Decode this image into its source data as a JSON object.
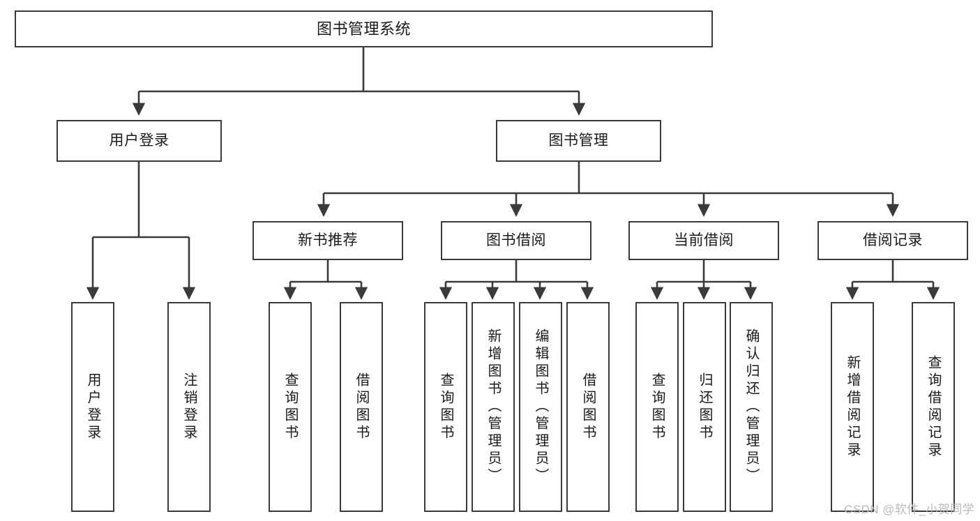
{
  "diagram": {
    "title": "图书管理系统",
    "type": "hierarchy-tree",
    "watermark": "CSDN @软件_小贺同学",
    "colors": {
      "stroke": "#3a3a3a",
      "fill": "#ffffff",
      "text": "#1a1a1a",
      "watermark": "#b9b9b9"
    },
    "nodes": {
      "root": {
        "label": "图书管理系统"
      },
      "level1": [
        {
          "label": "用户登录"
        },
        {
          "label": "图书管理"
        }
      ],
      "level2": [
        {
          "label": "新书推荐"
        },
        {
          "label": "图书借阅"
        },
        {
          "label": "当前借阅"
        },
        {
          "label": "借阅记录"
        }
      ],
      "leaves": {
        "user_login": [
          {
            "label": "用户登录"
          },
          {
            "label": "注销登录"
          }
        ],
        "new_book": [
          {
            "label": "查询图书"
          },
          {
            "label": "借阅图书"
          }
        ],
        "book_borrow": [
          {
            "label": "查询图书"
          },
          {
            "label": "新增图书（管理员）"
          },
          {
            "label": "编辑图书（管理员）"
          },
          {
            "label": "借阅图书"
          }
        ],
        "current_borrow": [
          {
            "label": "查询图书"
          },
          {
            "label": "归还图书"
          },
          {
            "label": "确认归还（管理员）"
          }
        ],
        "borrow_record": [
          {
            "label": "新增借阅记录"
          },
          {
            "label": "查询借阅记录"
          }
        ]
      }
    }
  }
}
